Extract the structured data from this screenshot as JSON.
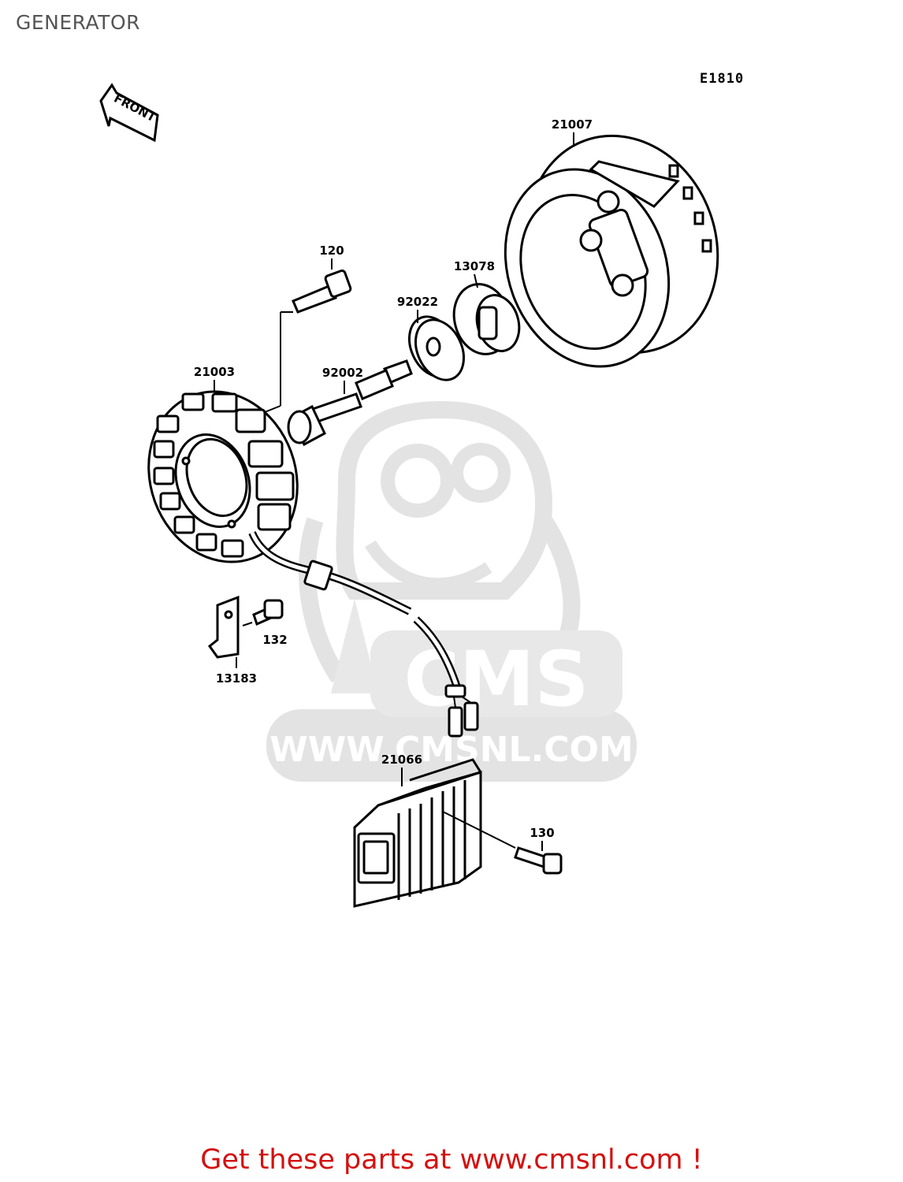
{
  "page": {
    "title": "GENERATOR",
    "diagram_code": "E1810",
    "footer_text": "Get these parts at www.cmsnl.com !"
  },
  "direction_arrow": {
    "label": "FRONT"
  },
  "watermark": {
    "logo_text": "CMS",
    "url_text": "WWW.CMSNL.COM"
  },
  "parts": {
    "flywheel": "21007",
    "bolt_flywheel": "120",
    "starter_clutch_gear": "13078",
    "washer": "92022",
    "stator": "21003",
    "bolt_bush": "92002",
    "bolt_clamp": "132",
    "clamp": "13183",
    "regulator": "21066",
    "bolt_regulator": "130"
  },
  "colors": {
    "line": "#000000",
    "watermark": "#e6e6e6",
    "footer": "#d41010",
    "title": "#555555"
  }
}
